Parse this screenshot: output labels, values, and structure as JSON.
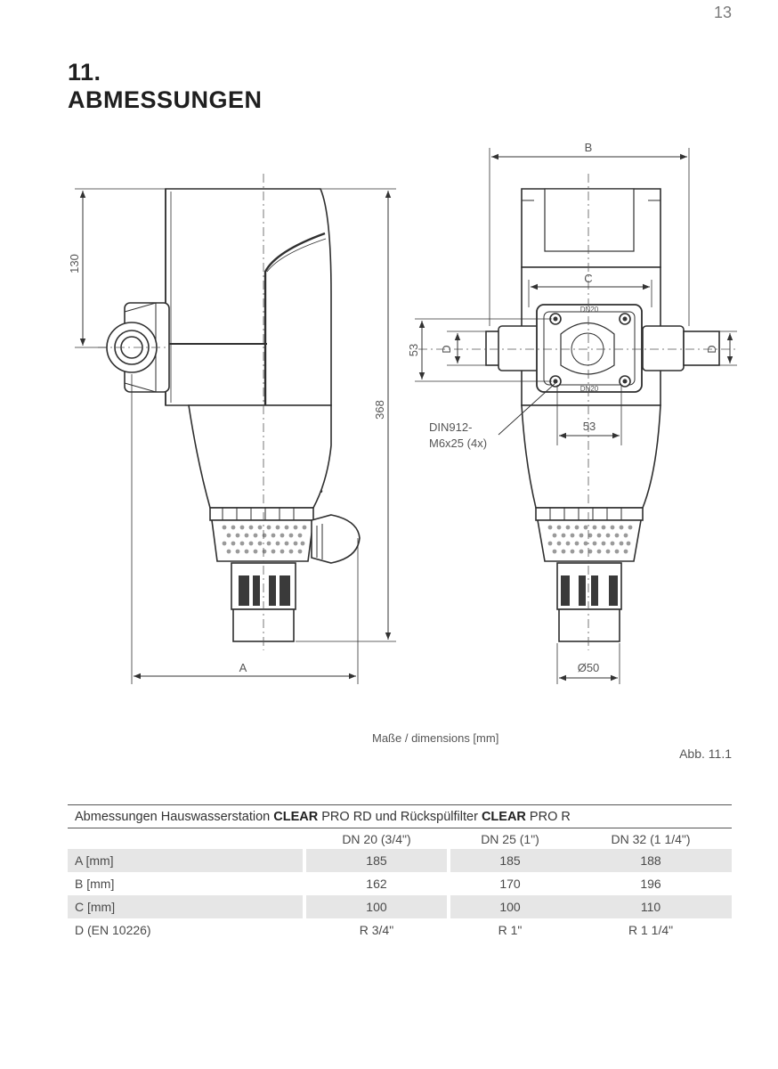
{
  "page": {
    "number": "13"
  },
  "heading": {
    "number": "11.",
    "title": "ABMESSUNGEN"
  },
  "drawing": {
    "labels": {
      "dim_130": "130",
      "dim_368": "368",
      "dim_A": "A",
      "dim_B": "B",
      "dim_C": "C",
      "dim_53_vertical": "53",
      "dim_53_horizontal": "53",
      "dim_D_left": "D",
      "dim_D_right": "D",
      "dim_diameter": "Ø50",
      "screw_line1": "DIN912-",
      "screw_line2": "M6x25 (4x)",
      "flange_mark_top": "DN20",
      "flange_mark_bottom": "DN20"
    }
  },
  "caption": {
    "dimensions": "Maße / dimensions [mm]",
    "figure": "Abb. 11.1"
  },
  "table": {
    "title_pre": "Abmessungen Hauswasserstation ",
    "title_brand1": "CLEAR",
    "title_mid": " PRO RD und Rückspülfilter ",
    "title_brand2": "CLEAR",
    "title_post": " PRO R",
    "columns": [
      "DN 20 (3/4\")",
      "DN 25  (1\")",
      "DN 32 (1 1/4\")"
    ],
    "rows": [
      {
        "label": "A [mm]",
        "values": [
          "185",
          "185",
          "188"
        ]
      },
      {
        "label": "B [mm]",
        "values": [
          "162",
          "170",
          "196"
        ]
      },
      {
        "label": "C [mm]",
        "values": [
          "100",
          "100",
          "110"
        ]
      },
      {
        "label": "D (EN 10226)",
        "values": [
          "R 3/4\"",
          "R 1\"",
          "R 1 1/4\""
        ]
      }
    ]
  }
}
